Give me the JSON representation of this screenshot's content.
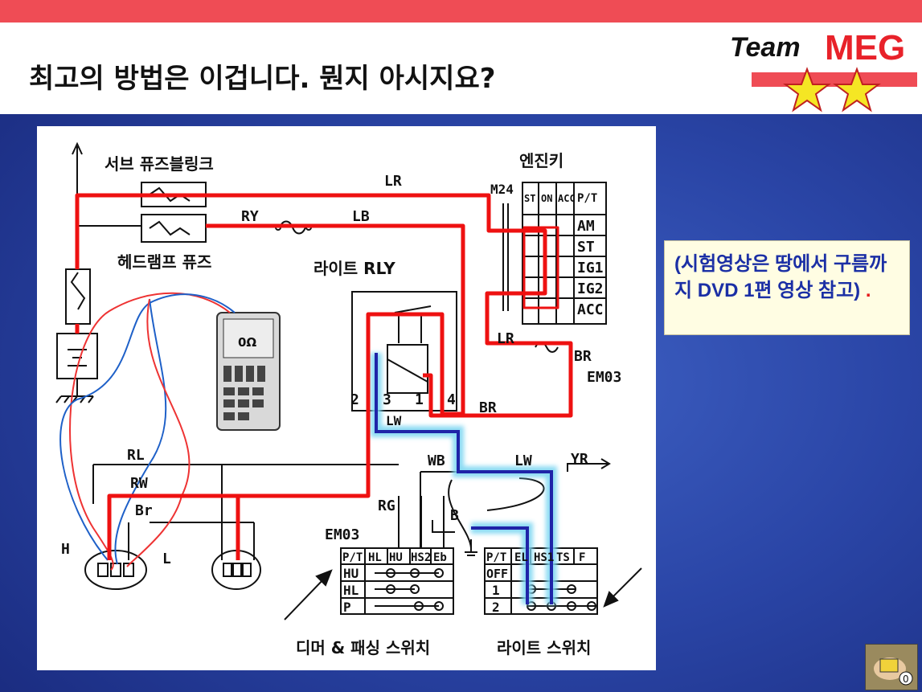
{
  "title": "최고의 방법은 이겁니다. 뭔지 아시지요?",
  "logo": {
    "word1": "Team",
    "word2": "MEG"
  },
  "note": {
    "text": "(시험영상은 땅에서 구름까지 DVD 1편 영상 참고)",
    "dot": "."
  },
  "diagram": {
    "sub_fuse_link": "서브 퓨즈블링크",
    "head_fuse": "헤드램프 퓨즈",
    "engine_key": "엔진키",
    "light_rly": "라이트 RLY",
    "dimmer_switch": "디머 & 패싱 스위치",
    "light_switch": "라이트 스위치",
    "meter_reading": "0Ω",
    "wires": {
      "lr": "LR",
      "ry": "RY",
      "lb": "LB",
      "m24": "M24",
      "lr2": "LR",
      "br1": "BR",
      "em03a": "EM03",
      "br2": "BR",
      "lw1": "LW",
      "wb": "WB",
      "lw2": "LW",
      "yr": "YR",
      "b": "B",
      "rl": "RL",
      "rw": "RW",
      "br3": "Br",
      "rg": "RG",
      "em03b": "EM03",
      "h": "H",
      "l": "L"
    },
    "relay_pins": [
      "2",
      "3",
      "1",
      "4"
    ],
    "key_positions": [
      "AM",
      "ST",
      "IG1",
      "IG2",
      "ACC"
    ],
    "key_cols": [
      "ST",
      "ON",
      "ACC",
      "P/T"
    ],
    "dimmer_cols": [
      "P/T",
      "HL",
      "HU",
      "HS2",
      "Eb"
    ],
    "dimmer_rows": [
      "HU",
      "HL",
      "P"
    ],
    "ls_cols": [
      "P/T",
      "EL",
      "HS1",
      "TS",
      "F"
    ],
    "ls_rows": [
      "OFF",
      "1",
      "2"
    ]
  },
  "colors": {
    "top_bar": "#ef4c55",
    "wire_red": "#ee1111",
    "wire_blue": "#1f24a8",
    "glow": "#7fd7f2",
    "note_text": "#1b2fa5"
  }
}
